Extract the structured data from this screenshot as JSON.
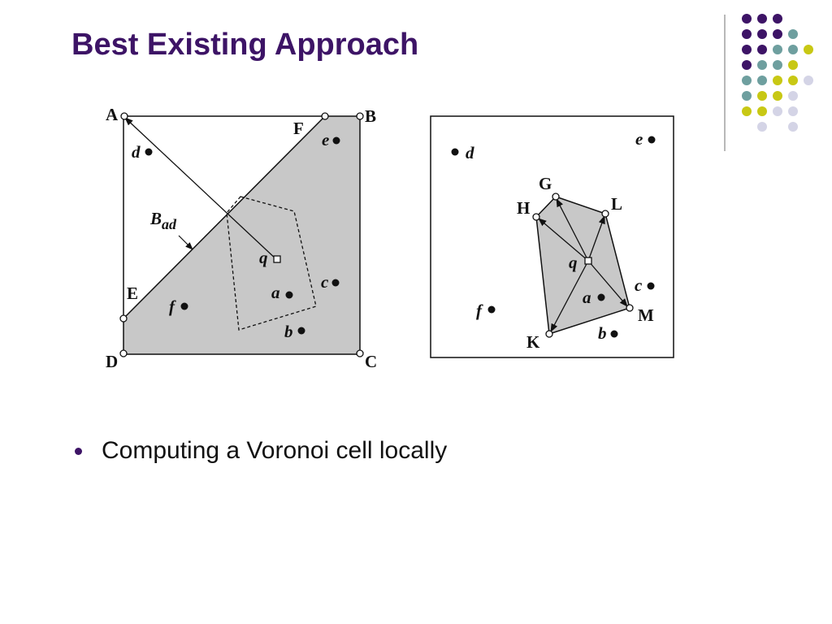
{
  "slide": {
    "title": "Best Existing Approach",
    "bullets": [
      "Computing a Voronoi cell locally"
    ],
    "colors": {
      "title": "#3d1466",
      "deco_purple": "#3d1466",
      "deco_teal": "#6e9f9f",
      "deco_yellow": "#c8c814",
      "deco_lavender": "#d4d4e6",
      "region_fill": "#c8c8c8"
    }
  },
  "left_figure": {
    "corner_labels": [
      "A",
      "B",
      "C",
      "D",
      "E",
      "F"
    ],
    "points": [
      "d",
      "e",
      "f",
      "a",
      "b",
      "c"
    ],
    "query": "q",
    "bisector_label": "B",
    "bisector_subscript": "ad"
  },
  "right_figure": {
    "vertex_labels": [
      "G",
      "H",
      "L",
      "K",
      "M"
    ],
    "points": [
      "d",
      "e",
      "f",
      "a",
      "b",
      "c"
    ],
    "query": "q"
  }
}
